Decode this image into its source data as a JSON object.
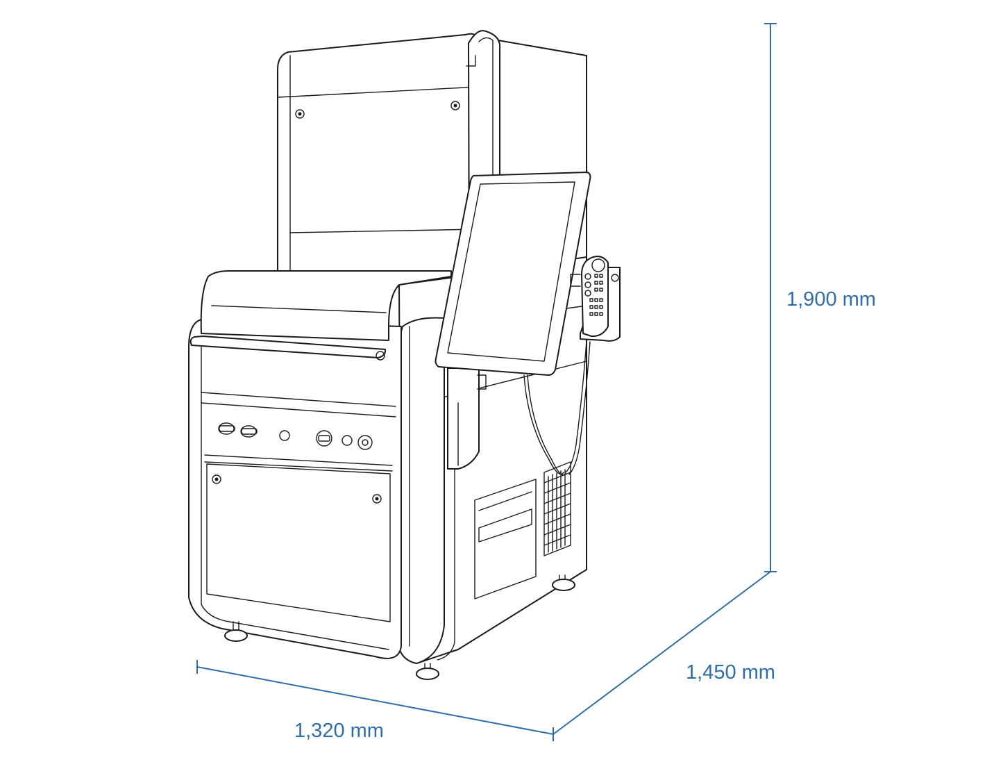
{
  "dimensions": {
    "height": "1,900 mm",
    "depth": "1,450 mm",
    "width": "1,320 mm"
  },
  "colors": {
    "dimension": "#2f6da8",
    "outline": "#1a1a1a",
    "background": "#ffffff"
  }
}
